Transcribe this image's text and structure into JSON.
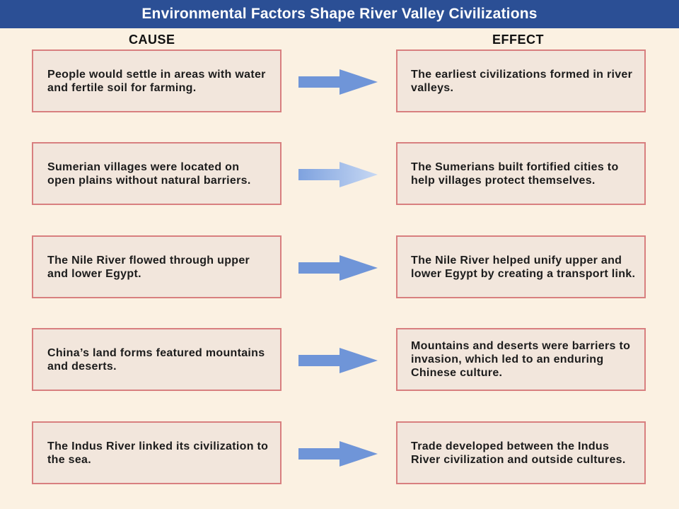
{
  "title": "Environmental Factors Shape River Valley Civilizations",
  "headers": {
    "cause": "CAUSE",
    "effect": "EFFECT"
  },
  "colors": {
    "title_bar": "#2b4f95",
    "background": "#fbf1e2",
    "box_fill": "#f2e6dc",
    "box_border": "#d87f7f",
    "arrow": "#6f95d8"
  },
  "rows": [
    {
      "cause": "People would settle in areas with water and fertile soil for farming.",
      "effect": "The earliest civilizations formed in river valleys."
    },
    {
      "cause": "Sumerian villages were located on open plains without natural barriers.",
      "effect": "The Sumerians built fortified cities to help villages protect themselves."
    },
    {
      "cause": "The Nile River flowed through upper and lower Egypt.",
      "effect": "The Nile River helped unify upper and lower Egypt by creating a transport link."
    },
    {
      "cause": "China’s land forms featured mountains and deserts.",
      "effect": "Mountains and deserts were barriers to invasion, which led to an enduring Chinese culture."
    },
    {
      "cause": "The Indus River linked its civilization to the sea.",
      "effect": "Trade developed between the Indus River civilization and outside cultures."
    }
  ]
}
